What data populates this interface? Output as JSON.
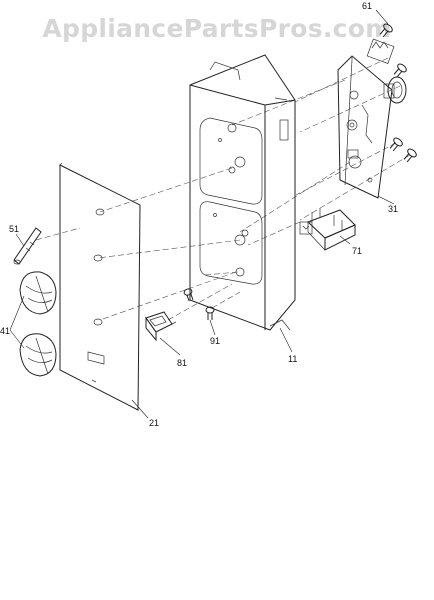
{
  "watermark": "AppliancePartsPros.com",
  "parts": {
    "p61": "61",
    "p31": "31",
    "p71": "71",
    "p51": "51",
    "p41": "41",
    "p81": "81",
    "p91": "91",
    "p11": "11",
    "p21": "21"
  }
}
